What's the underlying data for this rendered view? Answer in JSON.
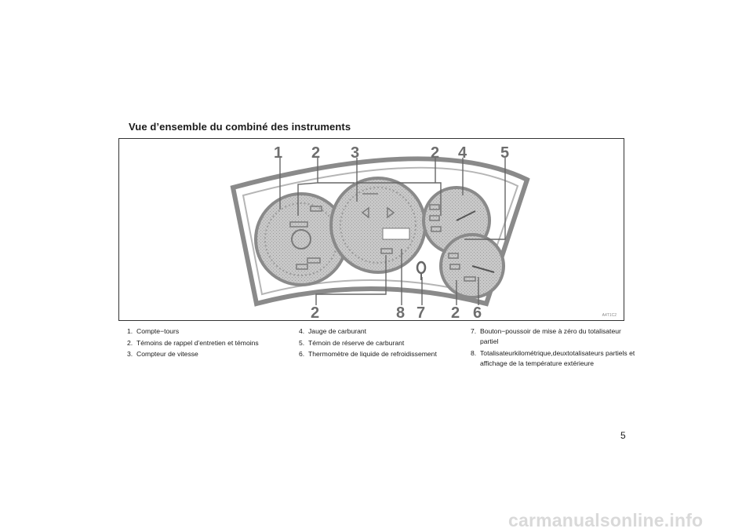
{
  "section_title": "Vue d’ensemble du combiné des instruments",
  "figure": {
    "callouts": [
      "1",
      "2",
      "3",
      "2",
      "4",
      "5",
      "2",
      "8",
      "7",
      "2",
      "6"
    ],
    "image_code": "A4T1C2"
  },
  "legend": {
    "column1": [
      {
        "num": "1.",
        "text": "Compte−tours"
      },
      {
        "num": "2.",
        "text": "Témoins de rappel d’entretien et témoins"
      },
      {
        "num": "3.",
        "text": "Compteur de vitesse"
      }
    ],
    "column2": [
      {
        "num": "4.",
        "text": "Jauge de carburant"
      },
      {
        "num": "5.",
        "text": "Témoin de réserve de carburant"
      },
      {
        "num": "6.",
        "text": "Thermomètre de liquide de refroidissement"
      }
    ],
    "column3": [
      {
        "num": "7.",
        "text": "Bouton−poussoir de mise à zéro du totalisateur partiel"
      },
      {
        "num": "8.",
        "text": "Totalisateurkilométrique,deuxtotalisateurs partiels et affichage de la température extérieure"
      }
    ]
  },
  "page_number": "5",
  "watermark": "carmanualsonline.info"
}
